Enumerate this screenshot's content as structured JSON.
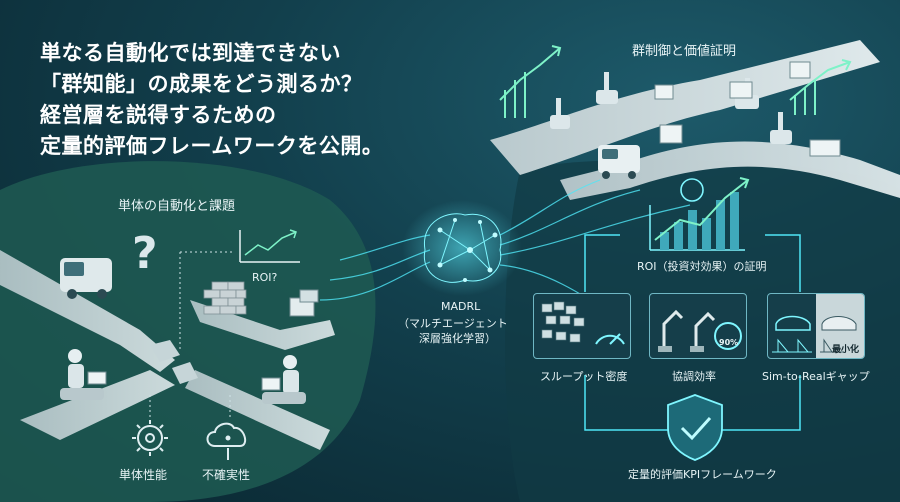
{
  "headline": {
    "lines": [
      "単なる自動化では到達できない",
      "「群知能」の成果をどう測るか？",
      "経営層を説得するための",
      "定量的評価フレームワークを公開。"
    ]
  },
  "left_section": {
    "title": "単体の自動化と課題",
    "roi_label": "ROI?",
    "question_mark": "?",
    "icons": [
      {
        "icon": "gear-icon",
        "label": "単体性能"
      },
      {
        "icon": "cloud-warning-icon",
        "label": "不確実性"
      }
    ]
  },
  "center": {
    "brain_label": "MADRL",
    "brain_sublabel_1": "（マルチエージェント",
    "brain_sublabel_2": "深層強化学習）"
  },
  "right_section": {
    "title": "群制御と価値証明",
    "roi_label": "ROI（投資対効果）の証明",
    "metrics": [
      {
        "icon": "throughput-icon",
        "label": "スループット密度"
      },
      {
        "icon": "robot-arms-icon",
        "label": "協調効率",
        "value": "90%"
      },
      {
        "icon": "car-icon",
        "label": "Sim-to-Realギャップ",
        "badge": "最小化"
      }
    ],
    "framework_label": "定量的評価KPIフレームワーク"
  },
  "colors": {
    "accent": "#3fd3e6",
    "light_region": "#d7e7ea",
    "dark_bg": "#0d2a33",
    "green_region": "#1f5a52"
  }
}
